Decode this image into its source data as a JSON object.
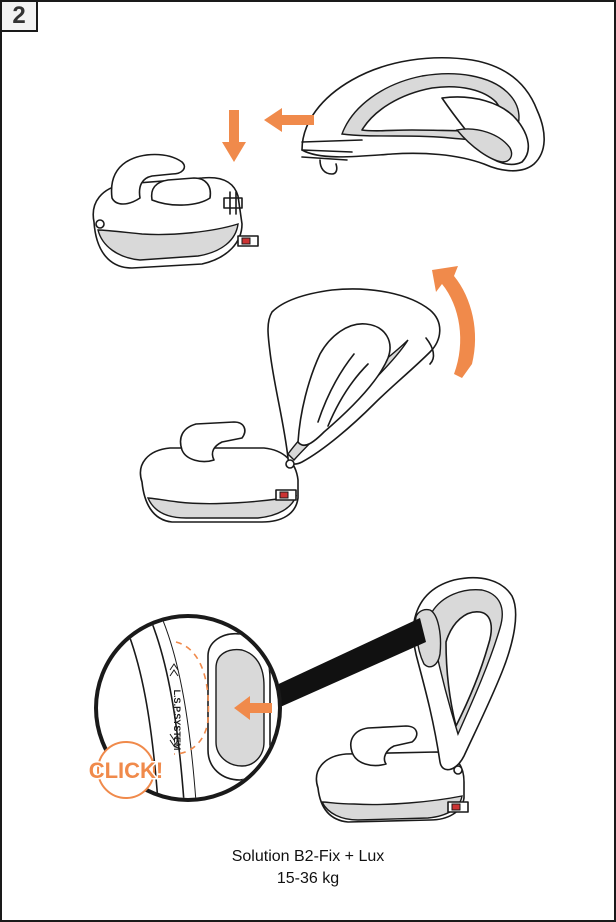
{
  "step": {
    "number": "2"
  },
  "caption": {
    "model": "Solution B2-Fix + Lux",
    "weight": "15-36 kg"
  },
  "callout": {
    "system_label": "L.S.P.SYSTEM",
    "click_text": "CLICK!"
  },
  "colors": {
    "accent": "#f08a4b",
    "line": "#1a1a1a",
    "shade": "#d9d9d9"
  },
  "icons": {
    "arrow": "orange-arrow-icon",
    "rotate": "curved-arrow-icon"
  }
}
